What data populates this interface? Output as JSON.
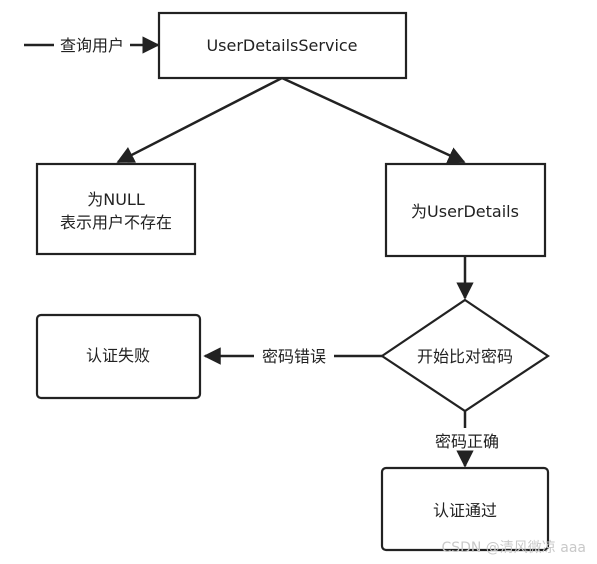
{
  "colors": {
    "stroke": "#222222",
    "text": "#222222",
    "background": "#ffffff",
    "watermark": "#c9c9c9"
  },
  "nodes": {
    "service": {
      "label": "UserDetailsService"
    },
    "null_result": {
      "line1": "为NULL",
      "line2": "表示用户不存在"
    },
    "details_result": {
      "label": "为UserDetails"
    },
    "compare": {
      "label": "开始比对密码"
    },
    "auth_fail": {
      "label": "认证失败"
    },
    "auth_pass": {
      "label": "认证通过"
    }
  },
  "edges": {
    "query_user": "查询用户",
    "password_wrong": "密码错误",
    "password_correct": "密码正确"
  },
  "watermark": "CSDN @清风微凉 aaa"
}
